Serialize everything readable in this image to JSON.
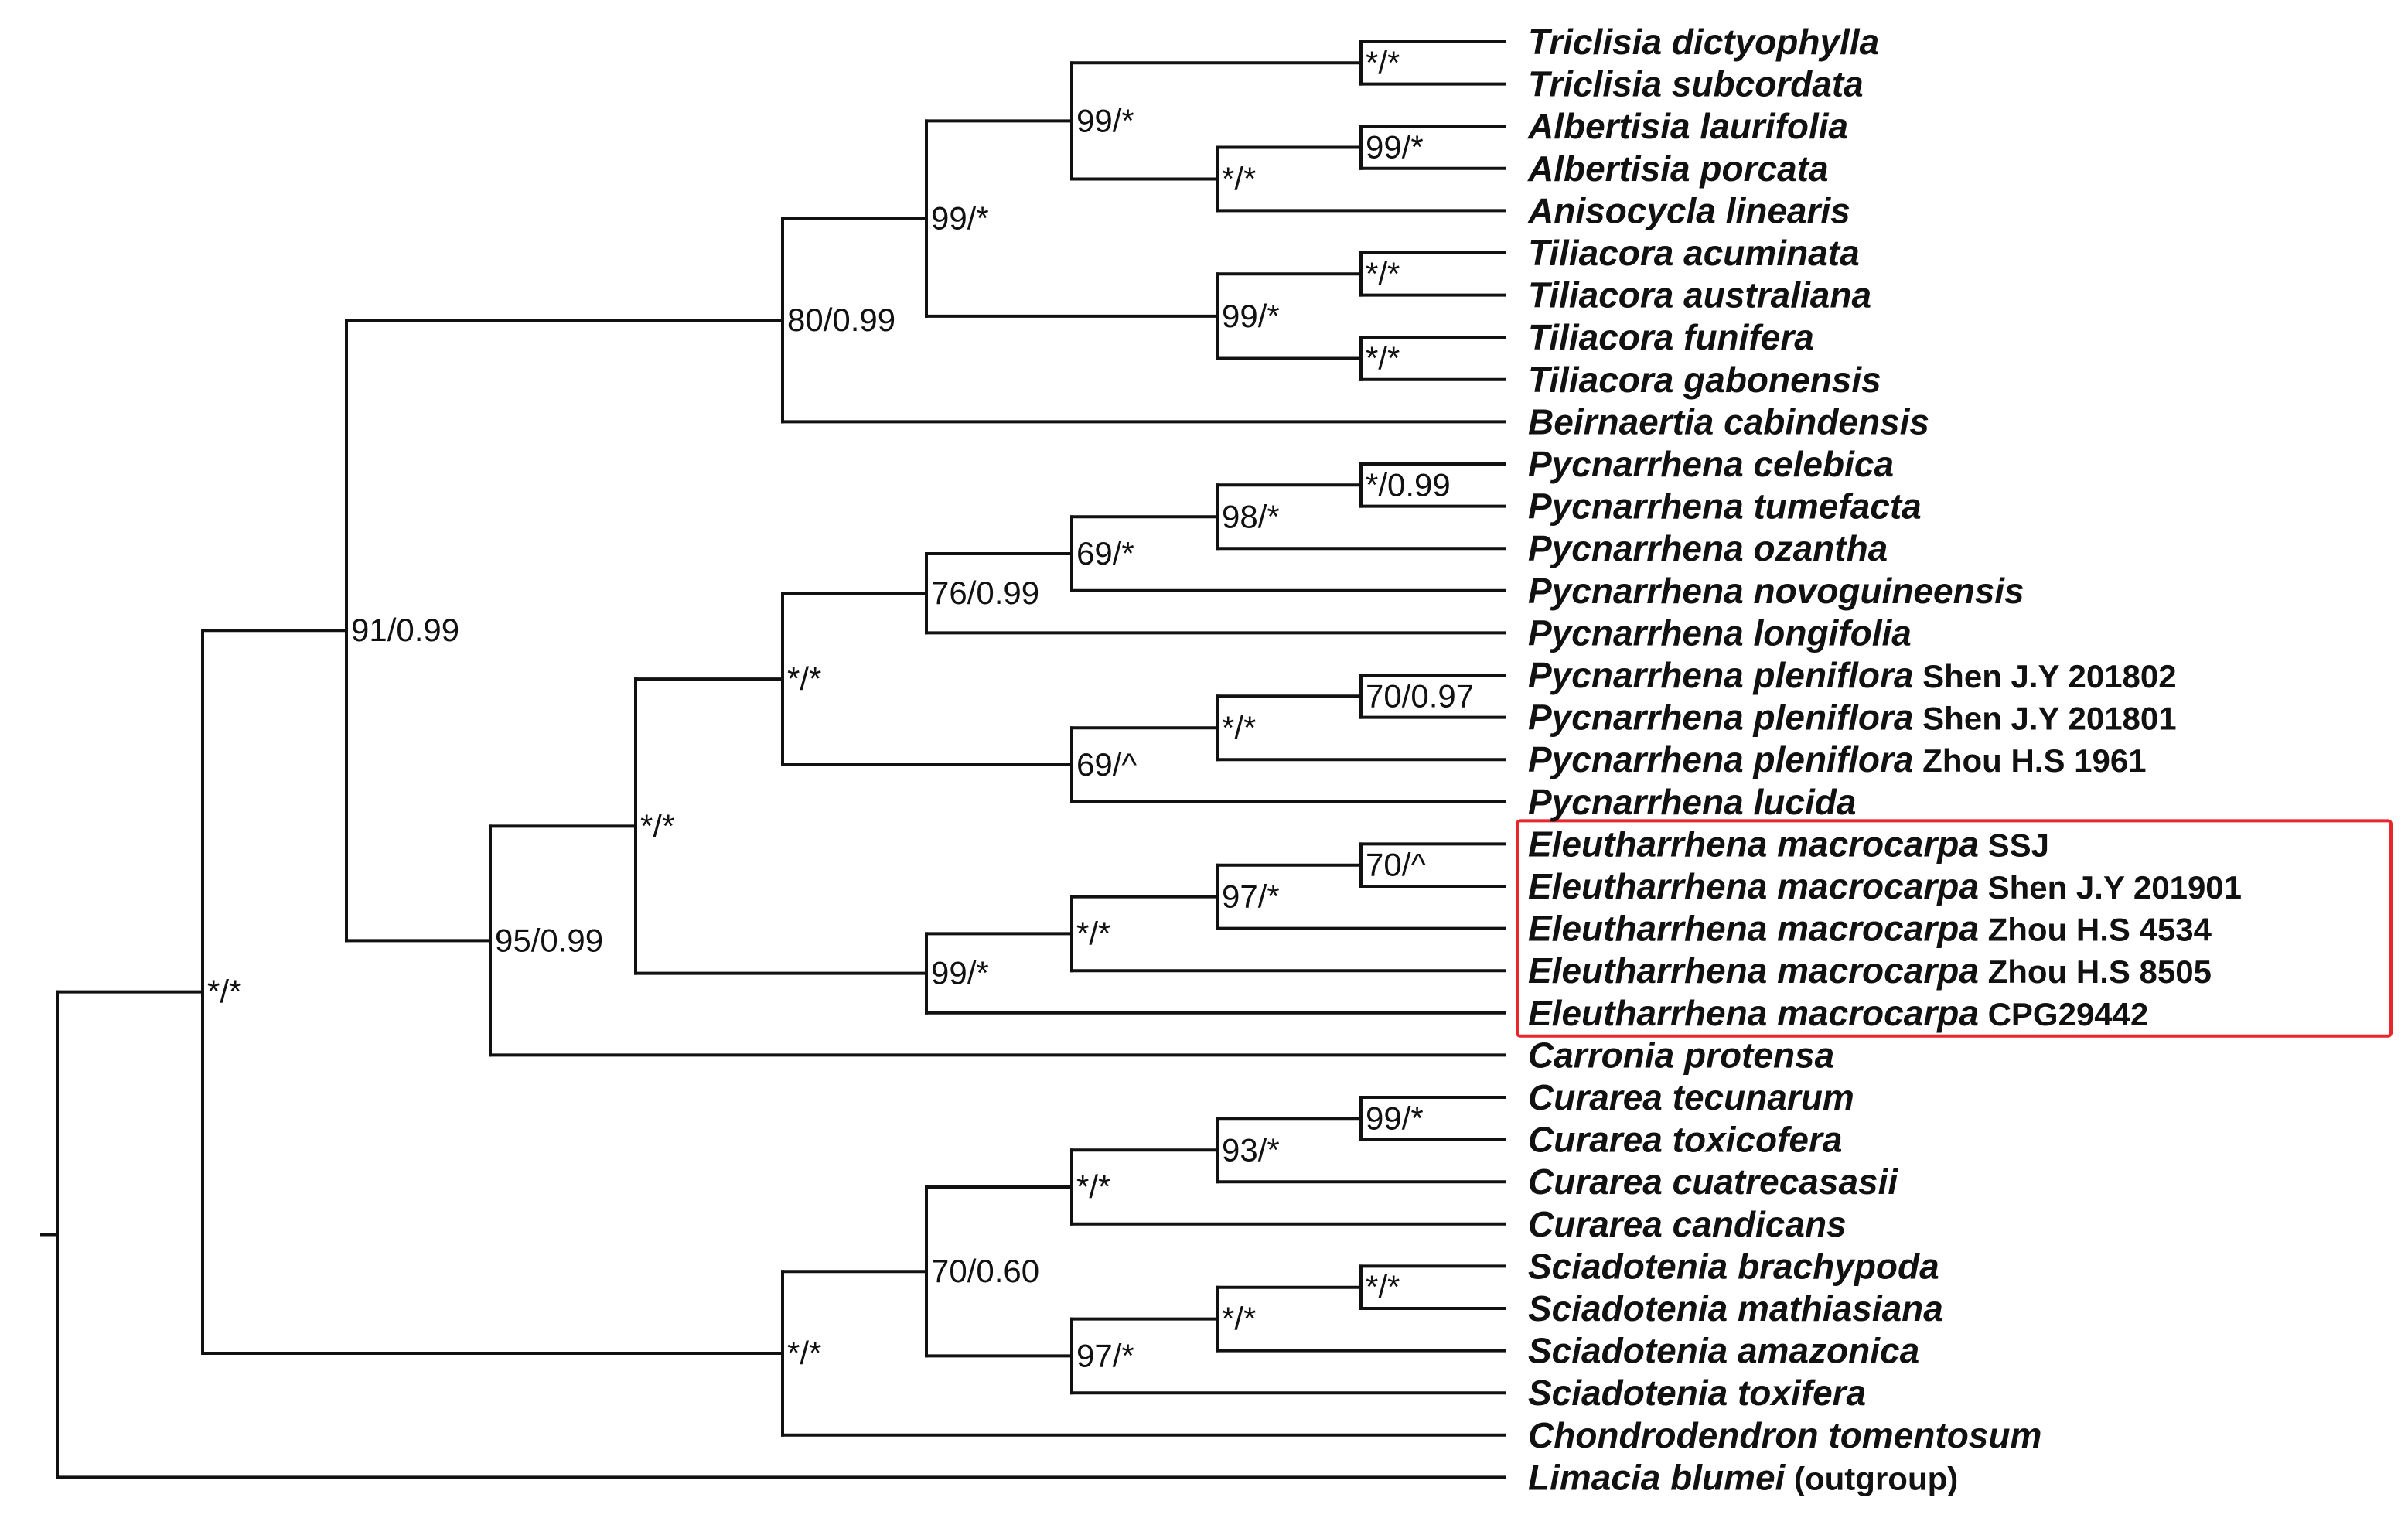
{
  "colors": {
    "branch": "#111111",
    "text": "#111111",
    "highlight_box": "#e8262b"
  },
  "taxa": [
    {
      "species": "Triclisia dictyophylla",
      "voucher": ""
    },
    {
      "species": "Triclisia subcordata",
      "voucher": ""
    },
    {
      "species": "Albertisia laurifolia",
      "voucher": ""
    },
    {
      "species": "Albertisia porcata",
      "voucher": ""
    },
    {
      "species": "Anisocycla linearis",
      "voucher": ""
    },
    {
      "species": "Tiliacora acuminata",
      "voucher": ""
    },
    {
      "species": "Tiliacora australiana",
      "voucher": ""
    },
    {
      "species": "Tiliacora funifera",
      "voucher": ""
    },
    {
      "species": "Tiliacora gabonensis",
      "voucher": ""
    },
    {
      "species": "Beirnaertia cabindensis",
      "voucher": ""
    },
    {
      "species": "Pycnarrhena celebica",
      "voucher": ""
    },
    {
      "species": "Pycnarrhena tumefacta",
      "voucher": ""
    },
    {
      "species": "Pycnarrhena ozantha",
      "voucher": ""
    },
    {
      "species": "Pycnarrhena novoguineensis",
      "voucher": ""
    },
    {
      "species": "Pycnarrhena longifolia",
      "voucher": ""
    },
    {
      "species": "Pycnarrhena pleniflora",
      "voucher": "Shen J.Y 201802"
    },
    {
      "species": "Pycnarrhena pleniflora",
      "voucher": "Shen J.Y 201801"
    },
    {
      "species": "Pycnarrhena pleniflora",
      "voucher": "Zhou H.S 1961"
    },
    {
      "species": "Pycnarrhena lucida",
      "voucher": ""
    },
    {
      "species": "Eleutharrhena macrocarpa",
      "voucher": "SSJ"
    },
    {
      "species": "Eleutharrhena macrocarpa",
      "voucher": "Shen J.Y 201901"
    },
    {
      "species": "Eleutharrhena macrocarpa",
      "voucher": "Zhou H.S 4534"
    },
    {
      "species": "Eleutharrhena macrocarpa",
      "voucher": "Zhou H.S 8505"
    },
    {
      "species": "Eleutharrhena macrocarpa",
      "voucher": "CPG29442"
    },
    {
      "species": "Carronia protensa",
      "voucher": ""
    },
    {
      "species": "Curarea tecunarum",
      "voucher": ""
    },
    {
      "species": "Curarea toxicofera",
      "voucher": ""
    },
    {
      "species": "Curarea cuatrecasasii",
      "voucher": ""
    },
    {
      "species": "Curarea candicans",
      "voucher": ""
    },
    {
      "species": "Sciadotenia brachypoda",
      "voucher": ""
    },
    {
      "species": "Sciadotenia mathiasiana",
      "voucher": ""
    },
    {
      "species": "Sciadotenia amazonica",
      "voucher": ""
    },
    {
      "species": "Sciadotenia toxifera",
      "voucher": ""
    },
    {
      "species": "Chondrodendron tomentosum",
      "voucher": ""
    },
    {
      "species": "Limacia blumei",
      "voucher": "(outgroup)"
    }
  ],
  "nodes": [
    {
      "id": "n1",
      "children": [
        "t0",
        "t1"
      ],
      "support": "*/*"
    },
    {
      "id": "n2",
      "children": [
        "t2",
        "t3"
      ],
      "support": "99/*"
    },
    {
      "id": "n3",
      "children": [
        "n2",
        "t4"
      ],
      "support": "*/*"
    },
    {
      "id": "n4",
      "children": [
        "n1",
        "n3"
      ],
      "support": "99/*"
    },
    {
      "id": "n5",
      "children": [
        "t5",
        "t6"
      ],
      "support": "*/*"
    },
    {
      "id": "n6",
      "children": [
        "t7",
        "t8"
      ],
      "support": "*/*"
    },
    {
      "id": "n7",
      "children": [
        "n5",
        "n6"
      ],
      "support": "99/*"
    },
    {
      "id": "n8",
      "children": [
        "n4",
        "n7"
      ],
      "support": "99/*"
    },
    {
      "id": "n9",
      "children": [
        "n8",
        "t9"
      ],
      "support": "80/0.99"
    },
    {
      "id": "n10",
      "children": [
        "t10",
        "t11"
      ],
      "support": "*/0.99"
    },
    {
      "id": "n11",
      "children": [
        "n10",
        "t12"
      ],
      "support": "98/*"
    },
    {
      "id": "n12",
      "children": [
        "n11",
        "t13"
      ],
      "support": "69/*"
    },
    {
      "id": "n13",
      "children": [
        "n12",
        "t14"
      ],
      "support": "76/0.99"
    },
    {
      "id": "n14",
      "children": [
        "t15",
        "t16"
      ],
      "support": "70/0.97"
    },
    {
      "id": "n15",
      "children": [
        "n14",
        "t17"
      ],
      "support": "*/*"
    },
    {
      "id": "n16",
      "children": [
        "n15",
        "t18"
      ],
      "support": "69/^"
    },
    {
      "id": "n17",
      "children": [
        "n13",
        "n16"
      ],
      "support": "*/*"
    },
    {
      "id": "n18",
      "children": [
        "t19",
        "t20"
      ],
      "support": "70/^"
    },
    {
      "id": "n19",
      "children": [
        "n18",
        "t21"
      ],
      "support": "97/*"
    },
    {
      "id": "n20",
      "children": [
        "n19",
        "t22"
      ],
      "support": "*/*"
    },
    {
      "id": "n21",
      "children": [
        "n20",
        "t23"
      ],
      "support": "99/*"
    },
    {
      "id": "n22",
      "children": [
        "n17",
        "n21"
      ],
      "support": "*/*"
    },
    {
      "id": "n23",
      "children": [
        "n22",
        "t24"
      ],
      "support": "95/0.99"
    },
    {
      "id": "n24",
      "children": [
        "n9",
        "n23"
      ],
      "support": "91/0.99"
    },
    {
      "id": "n25",
      "children": [
        "t25",
        "t26"
      ],
      "support": "99/*"
    },
    {
      "id": "n26",
      "children": [
        "n25",
        "t27"
      ],
      "support": "93/*"
    },
    {
      "id": "n27",
      "children": [
        "n26",
        "t28"
      ],
      "support": "*/*"
    },
    {
      "id": "n28",
      "children": [
        "t29",
        "t30"
      ],
      "support": "*/*"
    },
    {
      "id": "n29",
      "children": [
        "n28",
        "t31"
      ],
      "support": "*/*"
    },
    {
      "id": "n30",
      "children": [
        "n29",
        "t32"
      ],
      "support": "97/*"
    },
    {
      "id": "n31",
      "children": [
        "n27",
        "n30"
      ],
      "support": "70/0.60"
    },
    {
      "id": "n32",
      "children": [
        "n31",
        "t33"
      ],
      "support": "*/*"
    },
    {
      "id": "n33",
      "children": [
        "n24",
        "n32"
      ],
      "support": "*/*"
    },
    {
      "id": "n34",
      "children": [
        "n33",
        "t34"
      ],
      "support": ""
    }
  ],
  "highlight": {
    "from_taxon": 19,
    "to_taxon": 23
  }
}
